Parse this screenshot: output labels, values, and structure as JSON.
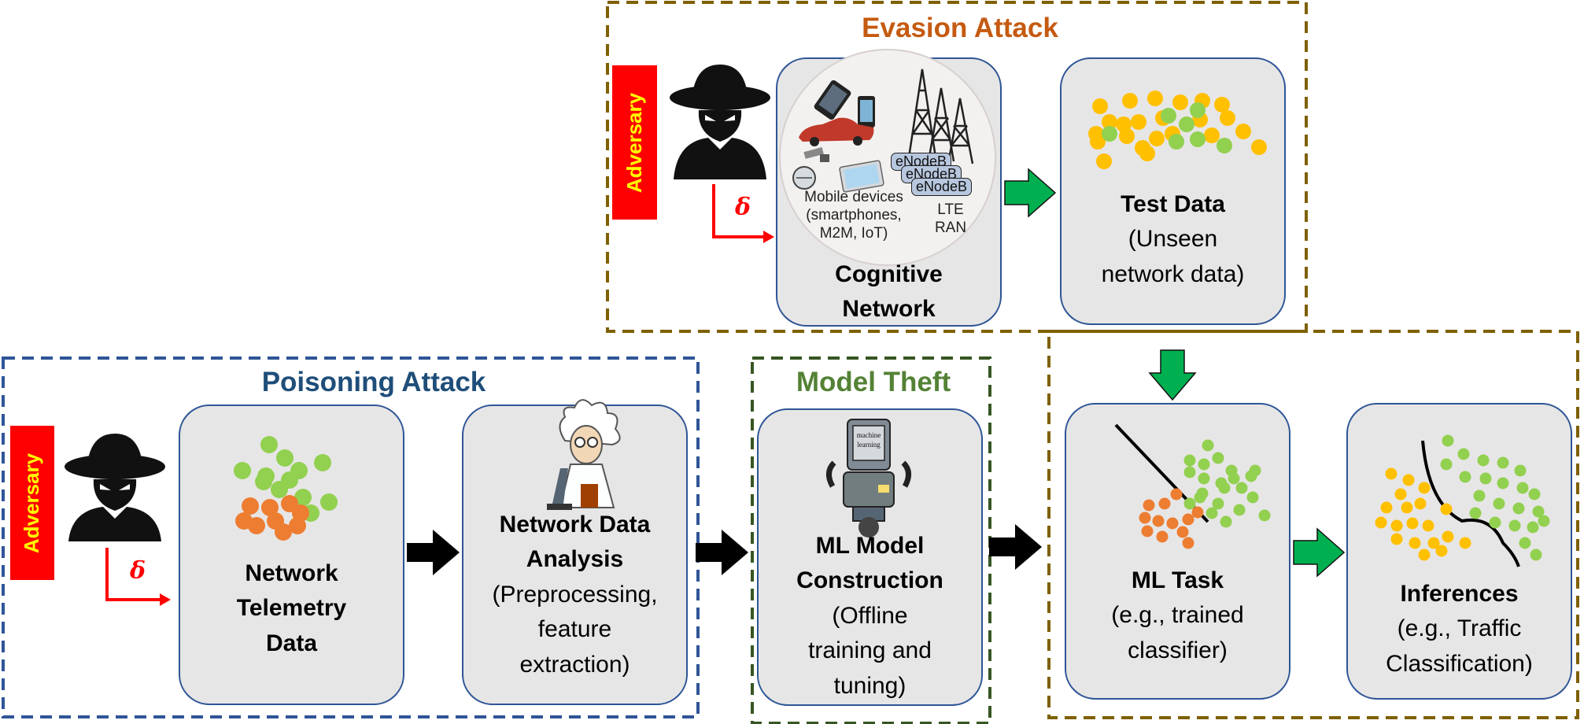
{
  "colors": {
    "evasion": "#c55a11",
    "poisoning": "#1f4e79",
    "theft": "#548235",
    "evasion_border": "#7f6000",
    "poisoning_border": "#2f5597",
    "theft_border": "#375623",
    "adversary_bg": "#ff0000",
    "adversary_text": "#ffff00",
    "box_fill": "#e7e6e6",
    "box_border": "#2e5597",
    "green_arrow": "#00b050",
    "dot_green": "#92d050",
    "dot_orange": "#ed7d31",
    "dot_yellow": "#ffc000"
  },
  "attacks": {
    "evasion": "Evasion Attack",
    "poisoning": "Poisoning Attack",
    "theft": "Model Theft"
  },
  "adversary": {
    "label": "Adversary",
    "delta": "δ"
  },
  "cognitive_network": {
    "title_line1": "Cognitive",
    "title_line2": "Network",
    "devices_line1": "Mobile devices",
    "devices_line2": "(smartphones,",
    "devices_line3": "M2M, IoT)",
    "lte_line1": "LTE",
    "lte_line2": "RAN",
    "enodeb": "eNodeB"
  },
  "test_data": {
    "title": "Test Data",
    "line1": "(Unseen",
    "line2": "network data)"
  },
  "ml_task": {
    "title": "ML Task",
    "line1": "(e.g., trained",
    "line2": "classifier)"
  },
  "inferences": {
    "title": "Inferences",
    "line1": "(e.g., Traffic",
    "line2": "Classification)"
  },
  "telemetry": {
    "line1": "Network",
    "line2": "Telemetry",
    "line3": "Data"
  },
  "analysis": {
    "title_line1": "Network Data",
    "title_line2": "Analysis",
    "line1": "(Preprocessing,",
    "line2": "feature",
    "line3": "extraction)"
  },
  "ml_model": {
    "title_line1": "ML Model",
    "title_line2": "Construction",
    "line1": "(Offline",
    "line2": "training and",
    "line3": "tuning)",
    "robot_label_line1": "machine",
    "robot_label_line2": "learning"
  }
}
